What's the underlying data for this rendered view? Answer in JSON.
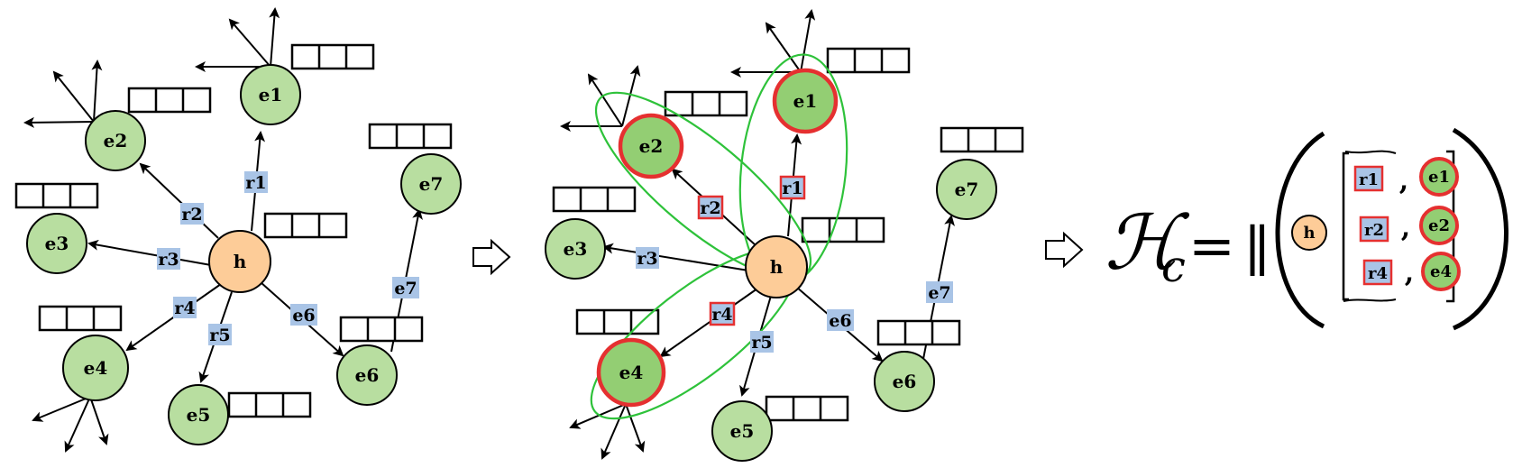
{
  "nodes": {
    "h": "h",
    "e1": "e1",
    "e2": "e2",
    "e3": "e3",
    "e4": "e4",
    "e5": "e5",
    "e6": "e6",
    "e7": "e7"
  },
  "relations": {
    "r1": "r1",
    "r2": "r2",
    "r3": "r3",
    "r4": "r4",
    "r5": "r5",
    "e6": "e6",
    "e7": "e7"
  },
  "formula": {
    "symbol": "ℋ",
    "subscript": "c",
    "equals": "=",
    "concat": "∥"
  },
  "tuples": [
    {
      "relation": "r1",
      "entity": "e1"
    },
    {
      "relation": "r2",
      "entity": "e2"
    },
    {
      "relation": "r4",
      "entity": "e4"
    }
  ],
  "colors": {
    "entity_fill": "#b8dea0",
    "entity_highlight_fill": "#93ce73",
    "head_fill": "#fdcc98",
    "relation_fill": "#a9c4e6",
    "highlight_red": "#e53030",
    "cluster_green": "#2ec23a"
  }
}
